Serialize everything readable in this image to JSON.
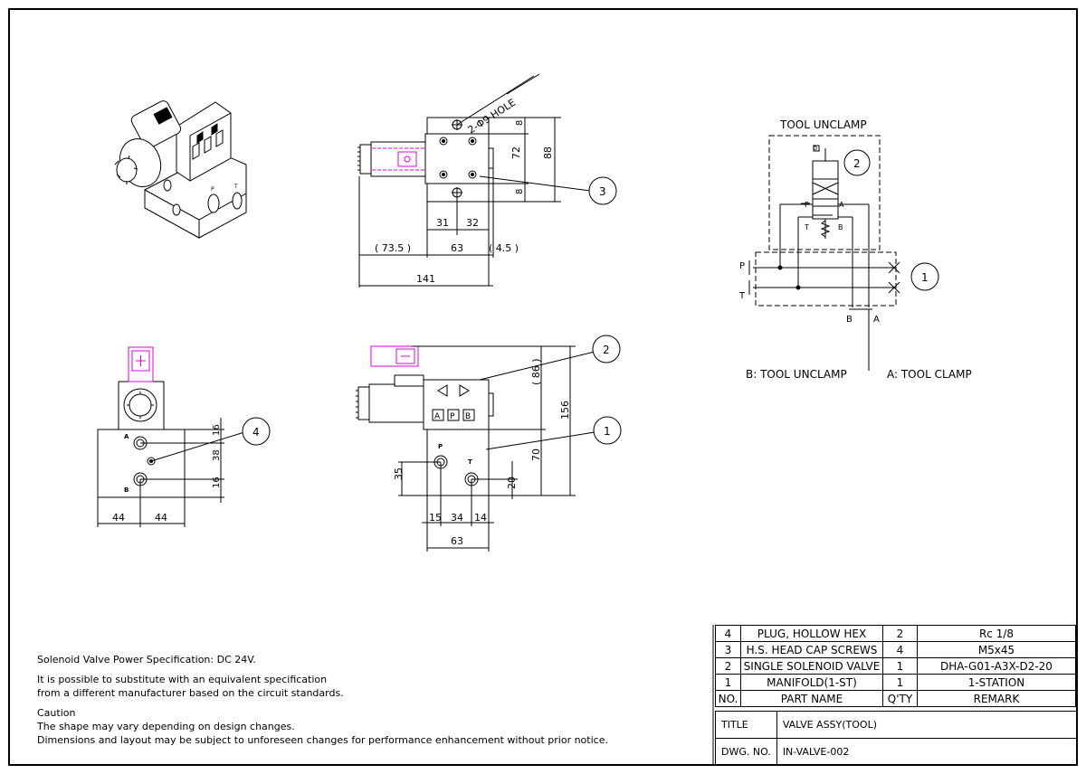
{
  "drawing": {
    "iso_view": {
      "port_labels": [
        "P",
        "T"
      ]
    },
    "top_view": {
      "hole_note": "2-Φ9 HOLE",
      "dims": [
        "8",
        "72",
        "8",
        "88",
        "31",
        "32",
        "( 73.5 )",
        "63",
        "( 4.5 )",
        "141"
      ],
      "balloon": "3"
    },
    "side_view": {
      "dims": [
        "16",
        "38",
        "16",
        "44",
        "44"
      ],
      "port_labels": [
        "A",
        "B"
      ],
      "balloon": "4"
    },
    "front_view": {
      "dims": [
        "( 86 )",
        "156",
        "70",
        "35",
        "20",
        "15",
        "34",
        "14",
        "63"
      ],
      "port_labels": [
        "P",
        "T"
      ],
      "solenoid_labels": [
        "A",
        "P",
        "B"
      ],
      "balloons": [
        "2",
        "1"
      ]
    },
    "circuit": {
      "title": "TOOL UNCLAMP",
      "valve_labels": {
        "b": "b",
        "p": "P",
        "a": "A",
        "t": "T",
        "b2": "B"
      },
      "line_labels": {
        "p": "P",
        "t": "T",
        "b": "B",
        "a": "A"
      },
      "balloons": [
        "2",
        "1"
      ],
      "caption_b": "B: TOOL UNCLAMP",
      "caption_a": "A: TOOL CLAMP"
    }
  },
  "notes": {
    "power": "Solenoid Valve Power Specification: DC 24V.",
    "substitute_1": "It is possible to substitute with an equivalent specification",
    "substitute_2": "from a different manufacturer based on the circuit standards.",
    "caution_title": "Caution",
    "caution_1": "The shape may vary depending on design changes.",
    "caution_2": "Dimensions and layout may be subject to unforeseen changes for performance enhancement without prior notice."
  },
  "bom": {
    "rows": [
      {
        "no": "4",
        "name": "PLUG, HOLLOW HEX",
        "qty": "2",
        "remark": "Rc 1/8"
      },
      {
        "no": "3",
        "name": "H.S. HEAD CAP SCREWS",
        "qty": "4",
        "remark": "M5x45"
      },
      {
        "no": "2",
        "name": "SINGLE SOLENOID VALVE",
        "qty": "1",
        "remark": "DHA-G01-A3X-D2-20"
      },
      {
        "no": "1",
        "name": "MANIFOLD(1-ST)",
        "qty": "1",
        "remark": "1-STATION"
      }
    ],
    "header": {
      "no": "NO.",
      "name": "PART NAME",
      "qty": "Q'TY",
      "remark": "REMARK"
    }
  },
  "title_block": {
    "title_label": "TITLE",
    "title_value": "VALVE ASSY(TOOL)",
    "dwg_label": "DWG. NO.",
    "dwg_value": "IN-VALVE-002"
  },
  "colors": {
    "line": "#000000",
    "connector": "#e000e0"
  }
}
